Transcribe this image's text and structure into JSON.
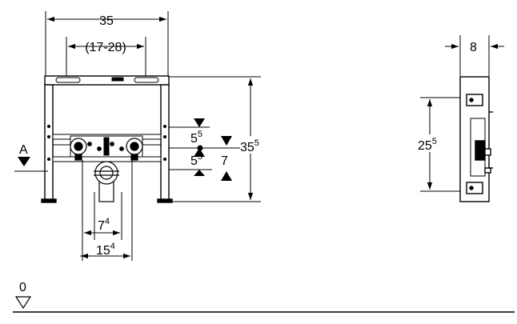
{
  "front_view": {
    "width_label": "35",
    "adjust_range_label": "(17-28)",
    "height_label_main": "35",
    "height_label_sup": "5",
    "upper_offset_main": "5",
    "upper_offset_sup": "5",
    "lower_offset_main": "5",
    "lower_offset_sup": "5",
    "pipe_gap_label": "7",
    "section_marker_label": "A",
    "inner_width_main": "7",
    "inner_width_sup": "4",
    "outer_width_main": "15",
    "outer_width_sup": "4"
  },
  "side_view": {
    "depth_label": "8",
    "height_label_main": "25",
    "height_label_sup": "5"
  },
  "floor": {
    "level_label": "0"
  }
}
